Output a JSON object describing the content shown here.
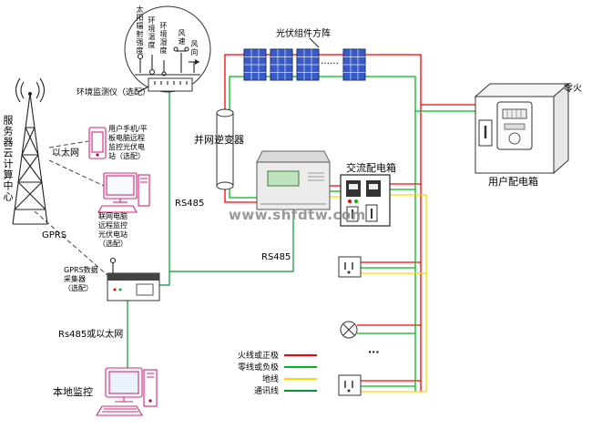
{
  "colors": {
    "live": "#ff0000",
    "neutral": "#00b820",
    "ground": "#ffd800",
    "comm": "#009933",
    "device": "#d6247a",
    "panel": "#3a5bc7"
  },
  "watermark": "www.shfdtw.com",
  "labels": {
    "server_center": "服务器云计算中心",
    "ethernet": "以太网",
    "gprs": "GPRS",
    "env_monitor": "环境监测仪（选配）",
    "pv_array": "光伏组件方阵",
    "panel_dots": "……",
    "inverter": "并网逆变器",
    "rs485_a": "RS485",
    "rs485_b": "RS485",
    "ac_box": "交流配电箱",
    "user_box": "用户配电箱",
    "zero_fire": "零火",
    "phone_monitor": "用户手机/平\n板电脑远程\n监控光伏电\n站（选配）",
    "pc_monitor": "联网电脑\n远程监控\n光伏电站\n（选配）",
    "gprs_collector": "GPRS数据\n采集器\n（选配）",
    "rs485_eth": "Rs485或以太网",
    "local_monitor": "本地监控",
    "load_dots": "···"
  },
  "sensors": [
    {
      "label": "太阳辐射强度"
    },
    {
      "label": "环境温度"
    },
    {
      "label": "环境湿度"
    },
    {
      "label": "风速"
    },
    {
      "label": "风向"
    }
  ],
  "legend": {
    "items": [
      {
        "label": "火线或正极",
        "color": "#ff0000"
      },
      {
        "label": "零线或负极",
        "color": "#00b820"
      },
      {
        "label": "地线",
        "color": "#ffd800"
      },
      {
        "label": "通讯线",
        "color": "#009933"
      }
    ]
  }
}
